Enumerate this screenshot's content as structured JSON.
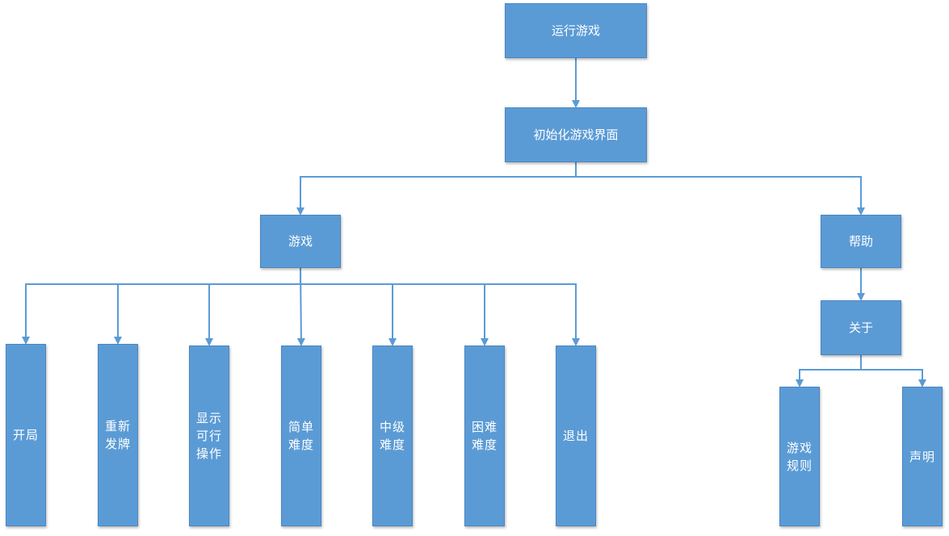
{
  "nodes": {
    "root": "运行游戏",
    "init": "初始化游戏界面",
    "game": "游戏",
    "help": "帮助",
    "about": "关于",
    "open": "开局",
    "redeal": "重新发牌",
    "show_moves": "显示可行操作",
    "easy": "简单难度",
    "medium": "中级难度",
    "hard": "困难难度",
    "quit": "退出",
    "rules": "游戏规则",
    "statement": "声明"
  },
  "edges": [
    [
      "root",
      "init"
    ],
    [
      "init",
      "game"
    ],
    [
      "init",
      "help"
    ],
    [
      "game",
      "open"
    ],
    [
      "game",
      "redeal"
    ],
    [
      "game",
      "show_moves"
    ],
    [
      "game",
      "easy"
    ],
    [
      "game",
      "medium"
    ],
    [
      "game",
      "hard"
    ],
    [
      "game",
      "quit"
    ],
    [
      "help",
      "about"
    ],
    [
      "about",
      "rules"
    ],
    [
      "about",
      "statement"
    ]
  ],
  "colors": {
    "node_fill": "#5b9bd5",
    "connector": "#5b9bd5",
    "text": "#ffffff"
  }
}
